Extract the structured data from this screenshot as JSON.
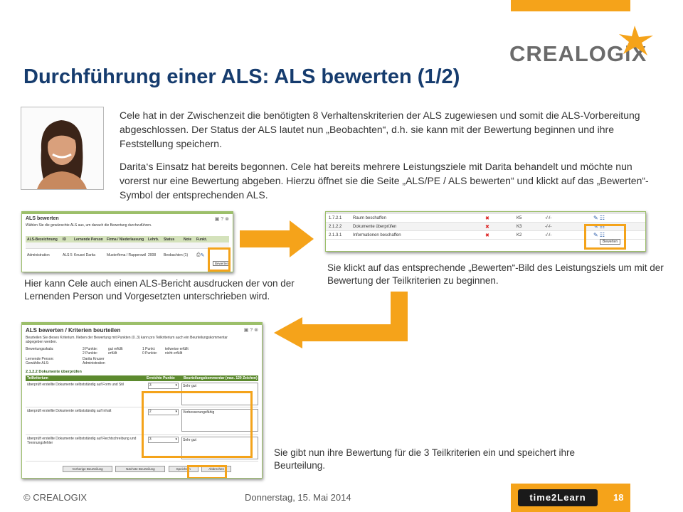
{
  "header": {
    "title": "Durchführung einer ALS: ALS bewerten (1/2)",
    "brand": "CREALOGiX"
  },
  "colors": {
    "accent": "#f5a31a",
    "title": "#163c6e",
    "frame": "#9cbf6a"
  },
  "intro": {
    "paragraph1": "Cele hat in der Zwischenzeit die benötigten 8 Verhaltenskriterien der ALS zugewiesen und somit die ALS-Vorbereitung abgeschlossen. Der Status der ALS lautet nun „Beobachten“, d.h. sie kann mit der Bewertung beginnen und ihre Feststellung speichern.",
    "paragraph2": "Darita‘s Einsatz hat bereits begonnen. Cele hat bereits mehrere Leistungsziele mit Darita behandelt und möchte nun vorerst nur eine Bewertung abgeben. Hierzu öffnet sie die Seite „ALS/PE / ALS bewerten“ und klickt auf das „Bewerten“-Symbol der entsprechenden ALS."
  },
  "screenshot1": {
    "title": "ALS bewerten",
    "subtitle": "Wählen Sie die gewünschte ALS aus, um danach die Bewertung durchzuführen.",
    "columns": [
      "ALS-Bezeichnung",
      "ID",
      "Lernende Person",
      "Firma / Niederlassung",
      "Lehrb.",
      "Status",
      "Note",
      "Funkt."
    ],
    "row": [
      "Administration",
      "ALS 5",
      "Knusei Darita",
      "Musterfirma / Rapperswil",
      "2008",
      "Beobachten",
      "(1)"
    ],
    "tooltip": "Bewerten"
  },
  "screenshot2": {
    "rows": [
      {
        "id": "1.7.2.1",
        "name": "Raum beschaffen",
        "k": "K5",
        "val": "-/-/-"
      },
      {
        "id": "2.1.2.2",
        "name": "Dokumente überprüfen",
        "k": "K3",
        "val": "-/-/-"
      },
      {
        "id": "2.1.3.1",
        "name": "Informationen beschaffen",
        "k": "K2",
        "val": "-/-/-"
      }
    ],
    "tooltip": "Bewerten"
  },
  "screenshot3": {
    "title": "ALS bewerten / Kriterien beurteilen",
    "instruction": "Beurteilen Sie dieses Kriterium. Neben der Bewertung mit Punkten (0..3) kann pro Teilkriterium auch ein Beurteilungskommentar abgegeben werden.",
    "scale_label": "Bewertungsskala:",
    "scale": [
      "3 Punkte:",
      "gut erfüllt",
      "1 Punkt:",
      "teilweise erfüllt",
      "2 Punkte:",
      "erfüllt",
      "0 Punkte:",
      "nicht erfüllt"
    ],
    "person_label": "Lernende Person:",
    "person": "Darita Knuser",
    "als_label": "Gewählte ALS:",
    "als": "Administration",
    "criterion": "2.1.2.2 Dokumente überprüfen",
    "columns": [
      "Teilkriterium",
      "Erreichte Punkte",
      "Beurteilungskommentar (max. 120 Zeichen)"
    ],
    "rows": [
      {
        "text": "überprüft erstellte Dokumente selbstständig auf Form und Stil",
        "points": "3",
        "comment": "Sehr gut"
      },
      {
        "text": "überprüft erstellte Dokumente selbstständig auf Inhalt",
        "points": "2",
        "comment": "Verbesserungsfähig"
      },
      {
        "text": "überprüft erstellte Dokumente selbstständig auf Rechtschreibung und Trennungsfehler",
        "points": "3",
        "comment": "Sehr gut"
      }
    ],
    "buttons": [
      "Vorherige Beurteilung",
      "Nächste Beurteilung",
      "Speichern",
      "Abbrechen"
    ]
  },
  "captions": {
    "c1": "Hier kann Cele auch einen ALS-Bericht ausdrucken der von der Lernenden Person und Vorgesetzten unterschrieben wird.",
    "c2": "Sie klickt auf das entsprechende „Bewerten“-Bild des Leistungsziels um mit der Bewertung der Teilkriterien zu beginnen.",
    "c3": "Sie gibt nun ihre Bewertung für die 3 Teilkriterien ein und speichert ihre Beurteilung."
  },
  "footer": {
    "copyright": "© CREALOGIX",
    "date": "Donnerstag, 15. Mai 2014",
    "badge": "time2Learn",
    "page": "18"
  }
}
